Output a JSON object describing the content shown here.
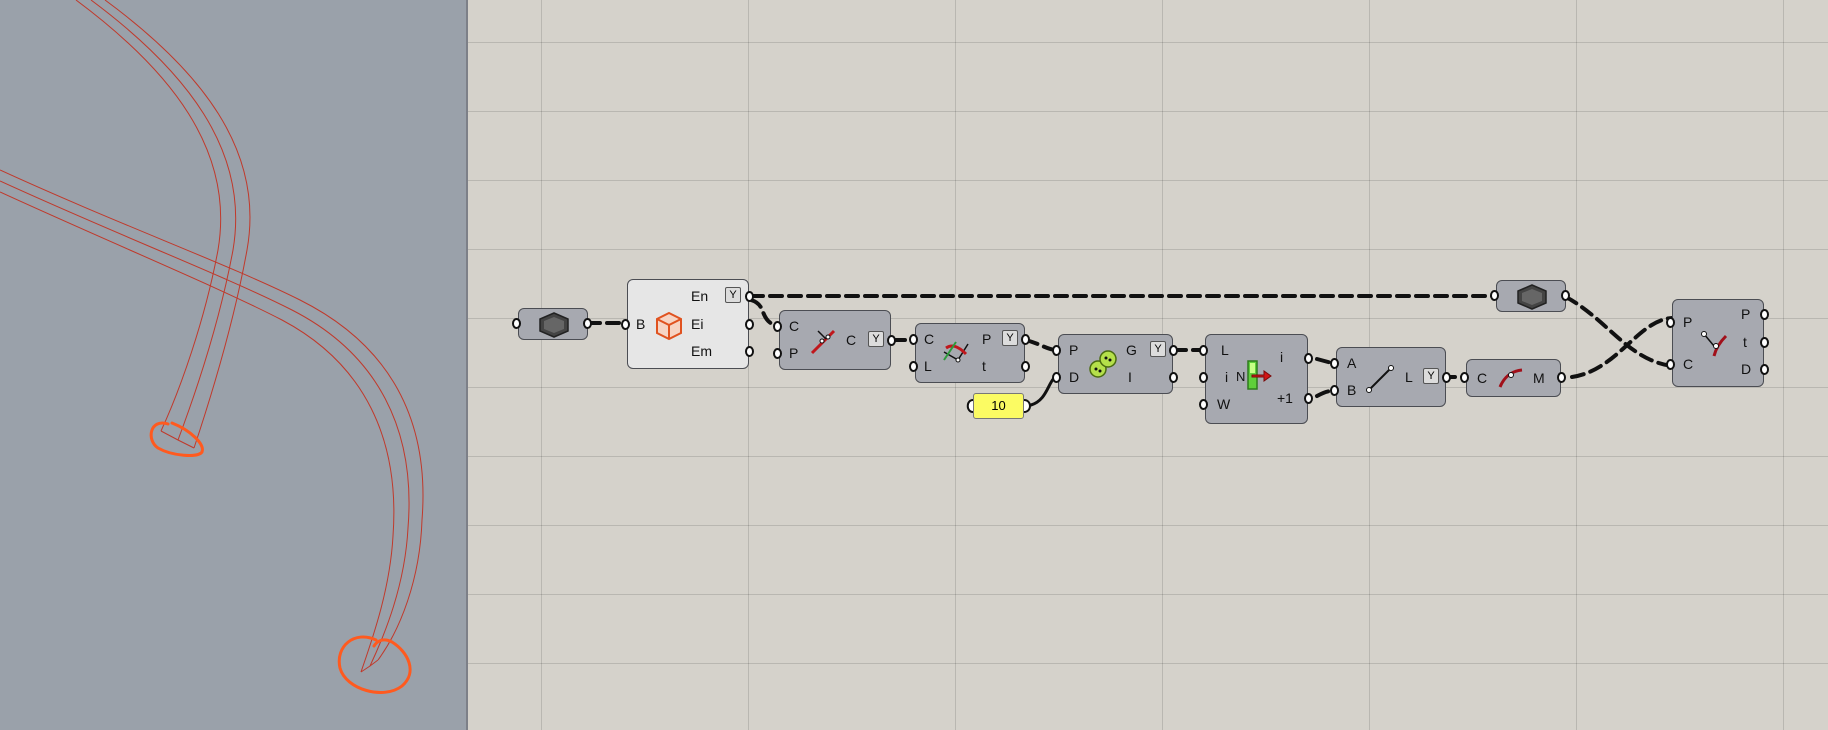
{
  "brep_component": {
    "in": [
      "B"
    ],
    "out": [
      "En",
      "Ei",
      "Em"
    ]
  },
  "curve_closest": {
    "in": [
      "C",
      "P"
    ],
    "out": [
      "C"
    ]
  },
  "curve_point": {
    "in": [
      "C",
      "L"
    ],
    "out": [
      "P",
      "t"
    ]
  },
  "group_pts": {
    "in": [
      "P",
      "D"
    ],
    "out": [
      "G",
      "I"
    ]
  },
  "number_slider": {
    "value": "10"
  },
  "list_item": {
    "in": [
      "L",
      "i",
      "W"
    ],
    "out": [
      "i",
      "+1"
    ],
    "index_label": "N"
  },
  "line": {
    "in": [
      "A",
      "B"
    ],
    "out": [
      "L"
    ]
  },
  "curve_middle": {
    "in": [
      "C"
    ],
    "out": [
      "M"
    ]
  },
  "closest_param": {
    "in": [
      "P",
      "C"
    ],
    "out": [
      "P",
      "t",
      "D"
    ]
  },
  "colors": {
    "viewport_bg": "#9aa1aa",
    "canvas_bg": "#d5d2cb",
    "curve": "#c0392b",
    "annotation": "#ff5a1f",
    "component": "#a7a9b0",
    "slider": "#fbfb63"
  }
}
